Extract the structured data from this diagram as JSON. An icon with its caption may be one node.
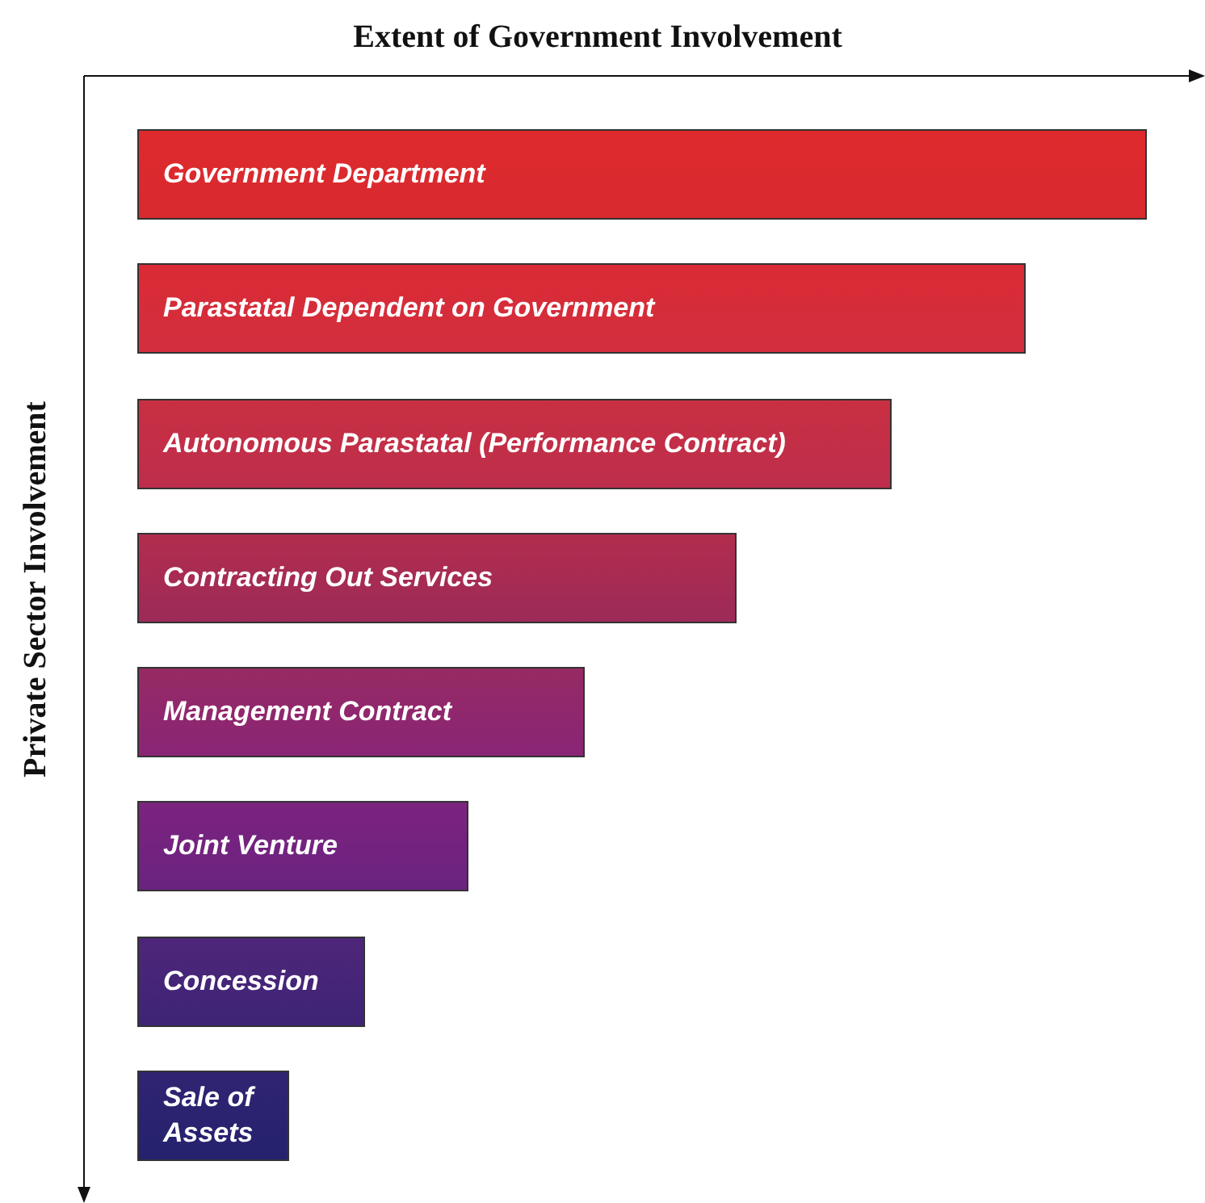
{
  "diagram": {
    "title": "Extent of Government Involvement",
    "nodes": [
      {
        "text": [
          "Government Department"
        ]
      },
      {
        "text": [
          "Parastatal Dependent on Government"
        ]
      },
      {
        "text": [
          "Autonomous Parastatal (Performance Contract)"
        ]
      },
      {
        "text": [
          "Contracting Out Services"
        ]
      },
      {
        "text": [
          "Management Contract"
        ]
      },
      {
        "text": [
          "Joint Venture"
        ]
      },
      {
        "text": [
          "Concession"
        ]
      },
      {
        "text": [
          "Sale of Assets"
        ]
      }
    ],
    "labels": [
      "Private Sector Involvement"
    ]
  }
}
